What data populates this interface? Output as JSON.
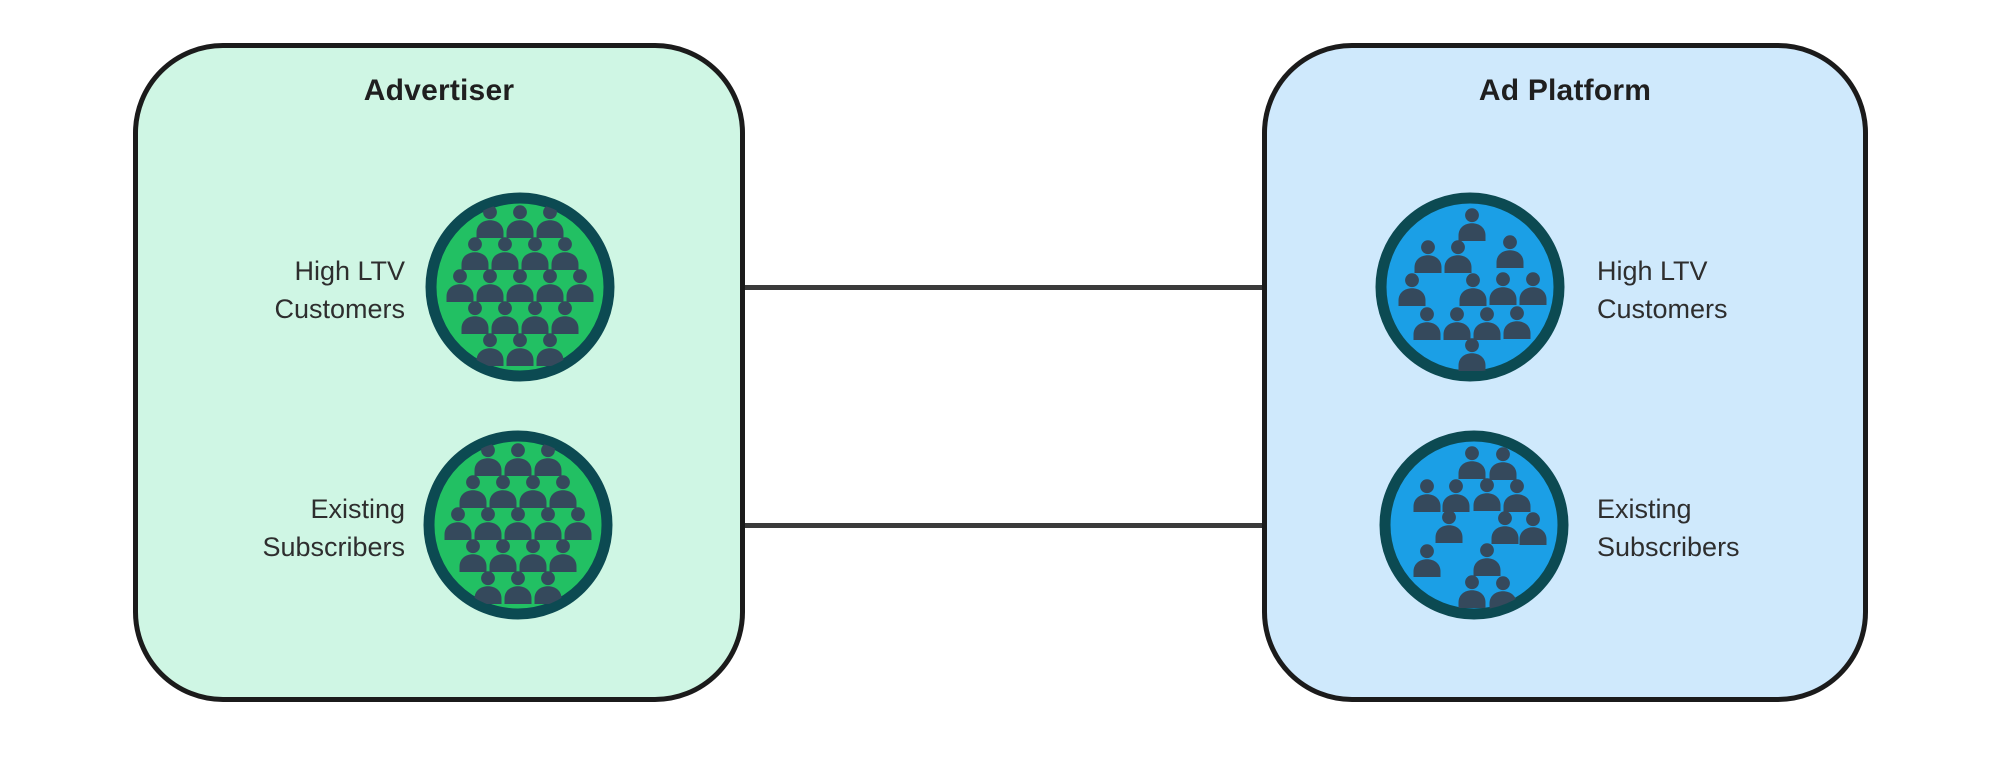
{
  "canvas": {
    "background": "#ffffff"
  },
  "diagram": {
    "people_color": "#35495c",
    "arrow_color": "#3b3b3b",
    "box_border_color": "#1b1b1b",
    "boxes": [
      {
        "title": "Advertiser",
        "fill": "#cff6e4",
        "nodes": [
          {
            "label": "High LTV\nCustomers",
            "circle_fill": "#22c063",
            "ring_color": "#0c4a52",
            "crowd_style": "grid",
            "icon": "crowd-people-icon"
          },
          {
            "label": "Existing\nSubscribers",
            "circle_fill": "#22c063",
            "ring_color": "#0c4a52",
            "crowd_style": "grid",
            "icon": "crowd-people-icon"
          }
        ]
      },
      {
        "title": "Ad Platform",
        "fill": "#cfe9fc",
        "nodes": [
          {
            "label": "High LTV\nCustomers",
            "circle_fill": "#1b9fe6",
            "ring_color": "#0c4a52",
            "crowd_style": "scatter_a",
            "icon": "crowd-people-icon"
          },
          {
            "label": "Existing\nSubscribers",
            "circle_fill": "#1b9fe6",
            "ring_color": "#0c4a52",
            "crowd_style": "scatter_b",
            "icon": "crowd-people-icon"
          }
        ]
      }
    ],
    "arrows": [
      {
        "from": [
          0,
          0
        ],
        "to": [
          1,
          0
        ],
        "label": ""
      },
      {
        "from": [
          0,
          1
        ],
        "to": [
          1,
          1
        ],
        "label": ""
      }
    ],
    "crowd_patterns": {
      "grid": [
        [
          -30,
          -82
        ],
        [
          0,
          -82
        ],
        [
          30,
          -82
        ],
        [
          -45,
          -50
        ],
        [
          -15,
          -50
        ],
        [
          15,
          -50
        ],
        [
          45,
          -50
        ],
        [
          -60,
          -18
        ],
        [
          -30,
          -18
        ],
        [
          0,
          -18
        ],
        [
          30,
          -18
        ],
        [
          60,
          -18
        ],
        [
          -45,
          14
        ],
        [
          -15,
          14
        ],
        [
          15,
          14
        ],
        [
          45,
          14
        ],
        [
          -30,
          46
        ],
        [
          0,
          46
        ],
        [
          30,
          46
        ]
      ],
      "scatter_a": [
        [
          2,
          -79
        ],
        [
          -42,
          -47
        ],
        [
          -12,
          -47
        ],
        [
          40,
          -52
        ],
        [
          -58,
          -14
        ],
        [
          3,
          -14
        ],
        [
          33,
          -15
        ],
        [
          63,
          -15
        ],
        [
          -43,
          20
        ],
        [
          -13,
          20
        ],
        [
          17,
          20
        ],
        [
          47,
          19
        ],
        [
          2,
          51
        ]
      ],
      "scatter_b": [
        [
          -2,
          -79
        ],
        [
          29,
          -78
        ],
        [
          -47,
          -46
        ],
        [
          -18,
          -46
        ],
        [
          13,
          -47
        ],
        [
          43,
          -46
        ],
        [
          -25,
          -15
        ],
        [
          31,
          -14
        ],
        [
          59,
          -13
        ],
        [
          -47,
          19
        ],
        [
          13,
          18
        ],
        [
          -2,
          50
        ],
        [
          29,
          51
        ]
      ]
    }
  }
}
